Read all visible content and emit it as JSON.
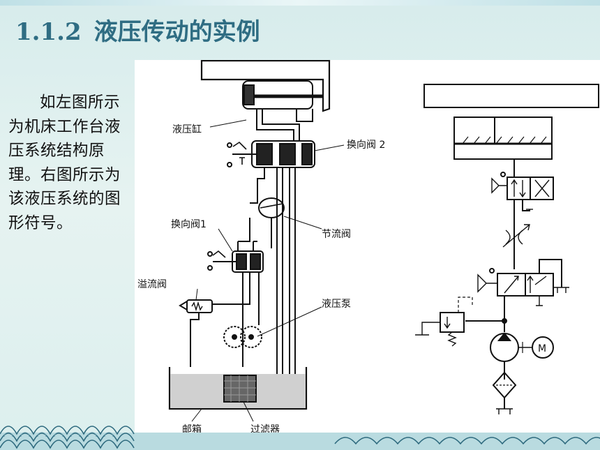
{
  "slide": {
    "section_number": "1.1.2",
    "title": "液压传动的实例",
    "body": "如左图所示为机床工作台液压系统结构原理。右图所示为该液压系统的图形符号。"
  },
  "figure_left": {
    "labels": {
      "cylinder": "液压缸",
      "valve2": "换向阀 2",
      "valve1": "换向阀1",
      "throttle": "节流阀",
      "relief": "溢流阀",
      "pump": "液压泵",
      "tank": "邮箱",
      "filter": "过滤器"
    }
  },
  "figure_right": {
    "labels": {
      "motor": "M"
    }
  },
  "colors": {
    "title": "#2f6d83",
    "background": "#dcefee",
    "tank_oil": "#d0d0d0"
  }
}
